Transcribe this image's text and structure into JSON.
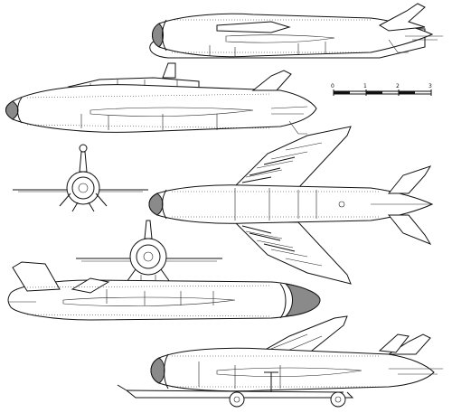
{
  "scale_bar": {
    "labels": [
      "0",
      "1",
      "2",
      "3"
    ]
  },
  "colors": {
    "line": "#111111",
    "nose_fill": "#8a8a8a",
    "background": "#ffffff"
  }
}
